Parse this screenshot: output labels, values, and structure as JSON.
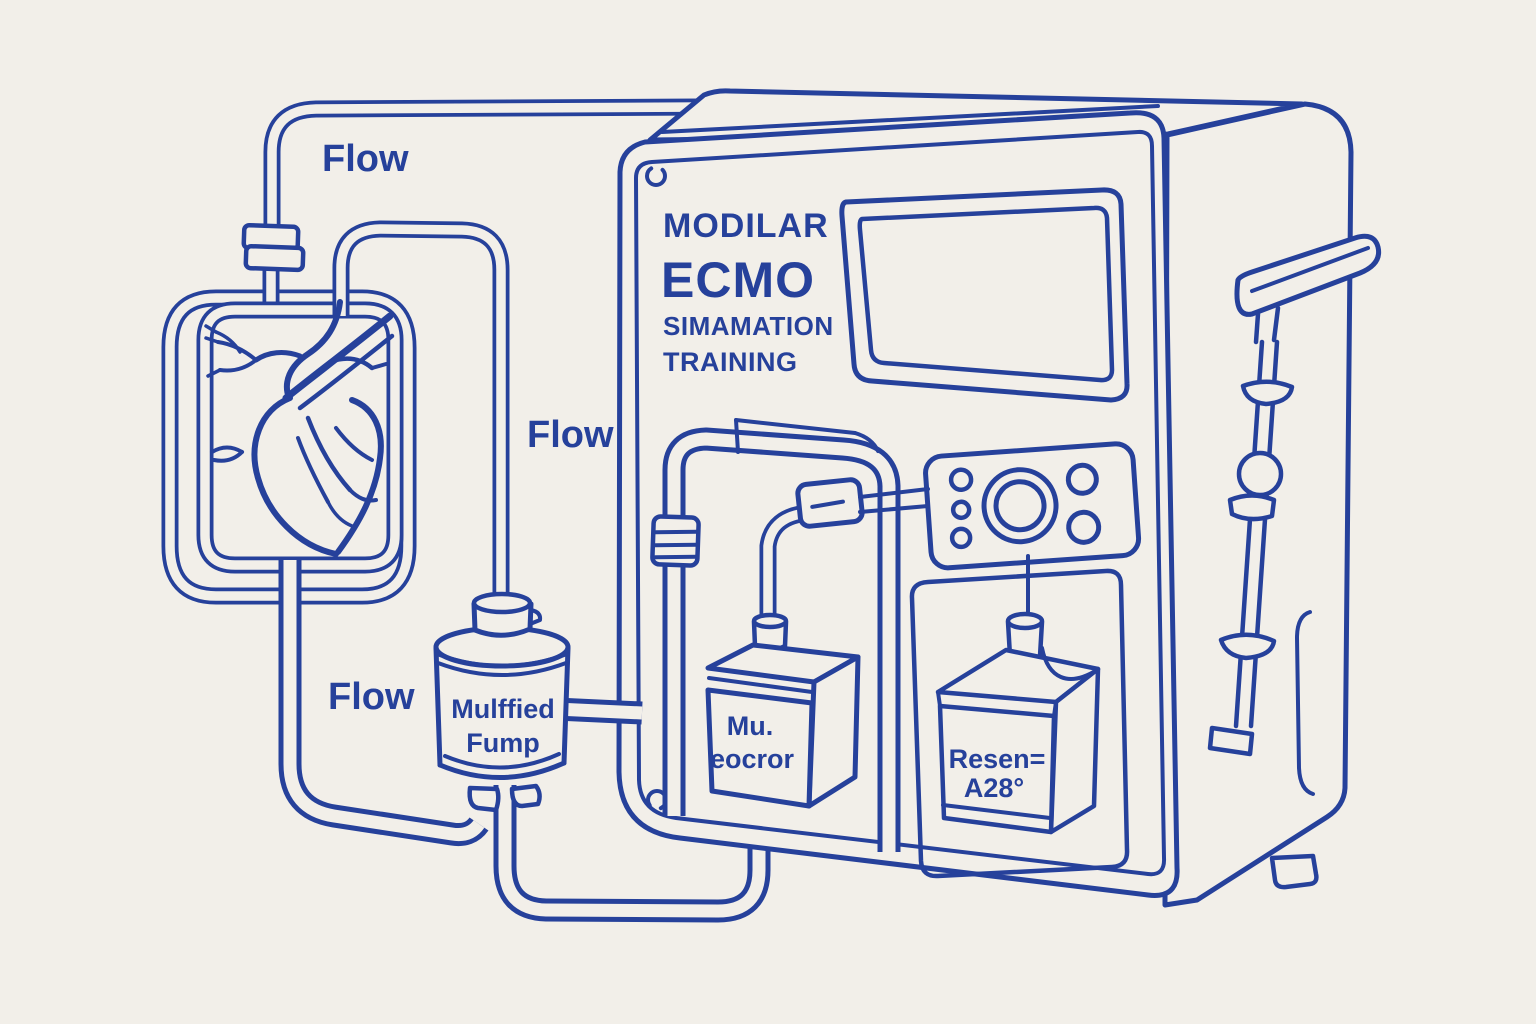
{
  "colors": {
    "ink": "#26419b",
    "background": "#f2efe9"
  },
  "device_title": {
    "line1": "MODILAR",
    "line2": "ECMO",
    "line3": "SIMAMATION",
    "line4": "TRAINING"
  },
  "flow_labels": {
    "top": "Flow",
    "middle": "Flow",
    "bottom": "Flow"
  },
  "pump_label": {
    "line1": "Mulffied",
    "line2": "Fump"
  },
  "oxygenator_label": {
    "line1": "Mu.",
    "line2": "eocror"
  },
  "reservoir_label": {
    "line1": "Resen=",
    "line2": "A28°"
  }
}
